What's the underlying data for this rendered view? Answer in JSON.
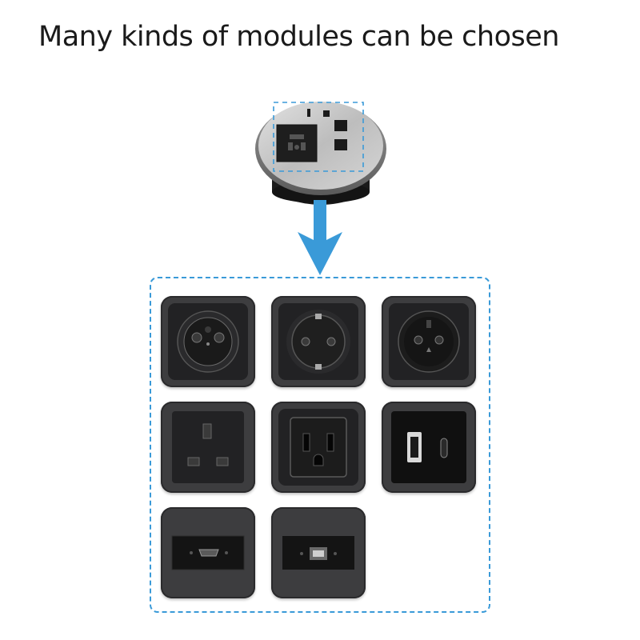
{
  "headline": "Many kinds of modules can be chosen",
  "colors": {
    "accent_blue": "#3a9ad8",
    "module_frame": "#3d3d3f",
    "module_face": "#222224",
    "brushed_steel": "#c9c9c9"
  },
  "modules": [
    {
      "name": "french-socket-module",
      "icon": "french-socket-icon"
    },
    {
      "name": "schuko-socket-module",
      "icon": "schuko-socket-icon"
    },
    {
      "name": "polish-socket-module",
      "icon": "polish-socket-icon"
    },
    {
      "name": "uk-socket-module",
      "icon": "uk-socket-icon"
    },
    {
      "name": "us-socket-module",
      "icon": "us-socket-icon"
    },
    {
      "name": "usb-a-usb-c-module",
      "icon": "usb-charger-icon"
    },
    {
      "name": "hdmi-module",
      "icon": "hdmi-port-icon"
    },
    {
      "name": "rj45-module",
      "icon": "rj45-port-icon"
    }
  ]
}
